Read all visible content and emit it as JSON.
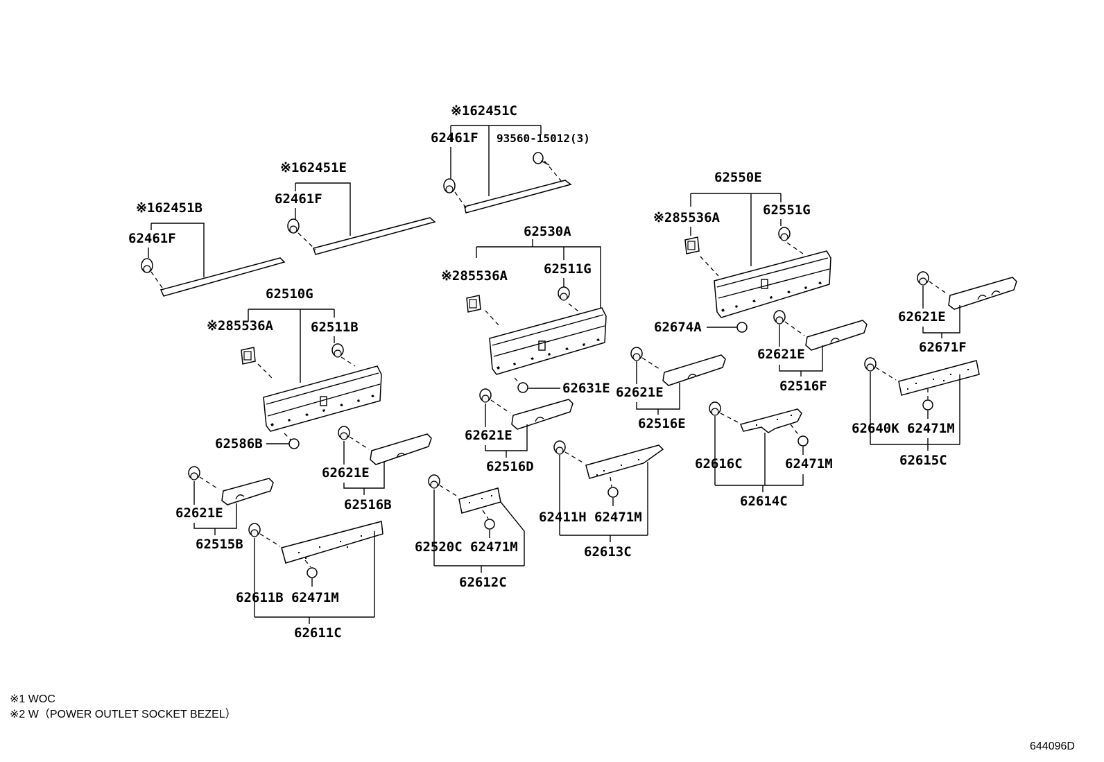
{
  "diagram": {
    "labels": {
      "p62451C": "※162451C",
      "p62461F_c": "62461F",
      "p93560": "93560-15012(3)",
      "p62451E": "※162451E",
      "p62461F_e": "62461F",
      "p62451B": "※162451B",
      "p62461F_b": "62461F",
      "p62550E": "62550E",
      "p85536A_r": "※285536A",
      "p62551G": "62551G",
      "p62530A": "62530A",
      "p85536A_m": "※285536A",
      "p62511G": "62511G",
      "p62510G": "62510G",
      "p85536A_l": "※285536A",
      "p62511B": "62511B",
      "p62674A": "62674A",
      "p62621E_1": "62621E",
      "p62671F": "62671F",
      "p62621E_2": "62621E",
      "p62516F": "62516F",
      "p62631E": "62631E",
      "p62621E_3": "62621E",
      "p62516E": "62516E",
      "p62640K": "62640K",
      "p62471M_5": "62471M",
      "p62615C": "62615C",
      "p62621E_4": "62621E",
      "p62516D": "62516D",
      "p62616C": "62616C",
      "p62471M_4": "62471M",
      "p62614C": "62614C",
      "p62586B": "62586B",
      "p62621E_5": "62621E",
      "p62516B": "62516B",
      "p62411H": "62411H",
      "p62471M_3": "62471M",
      "p62613C": "62613C",
      "p62621E_6": "62621E",
      "p62515B": "62515B",
      "p62520C": "62520C",
      "p62471M_2": "62471M",
      "p62612C": "62612C",
      "p62611B": "62611B",
      "p62471M_1": "62471M",
      "p62611C": "62611C"
    },
    "notes": {
      "note1": "※1 WOC",
      "note2": "※2 W（POWER OUTLET SOCKET BEZEL）"
    },
    "diagram_id": "644096D"
  }
}
